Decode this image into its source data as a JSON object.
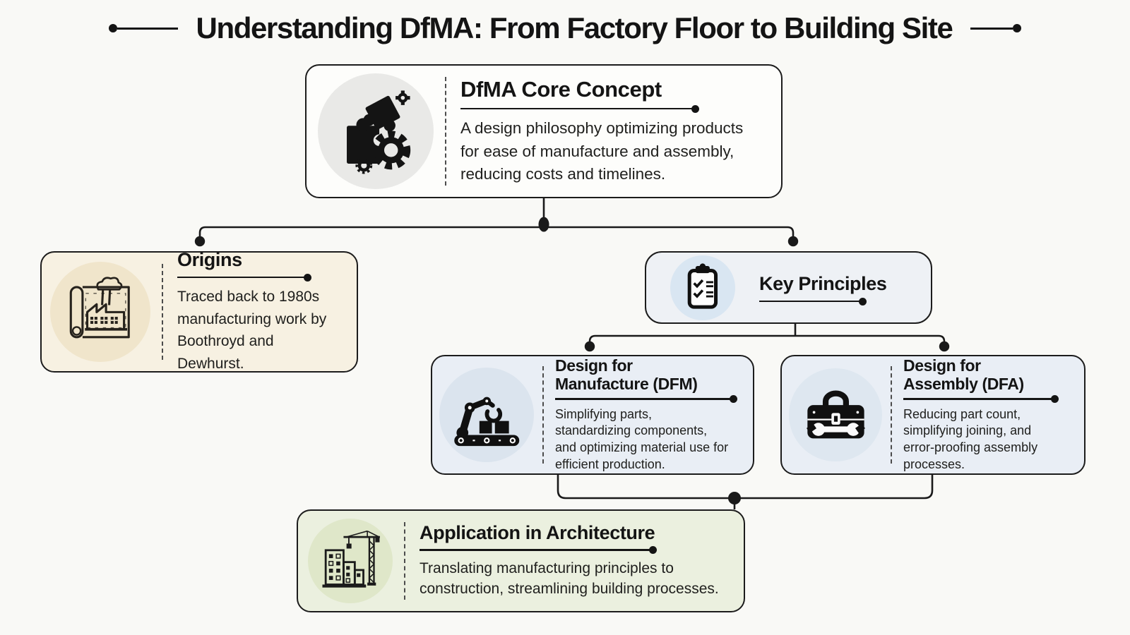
{
  "page": {
    "title": "Understanding DfMA: From Factory Floor to Building Site",
    "background_color": "#f9f9f6",
    "line_color": "#1a1a1a"
  },
  "nodes": {
    "core": {
      "title": "DfMA Core Concept",
      "description": "A design philosophy optimizing products for ease of manufacture and assembly, reducing costs and timelines.",
      "icon": "gears-and-puzzle-icon",
      "bg_color": "#fdfdfb",
      "icon_circle_color": "#e9e9e7"
    },
    "origins": {
      "title": "Origins",
      "description": "Traced back to 1980s manufacturing work by Boothroyd and Dewhurst.",
      "icon": "factory-blueprint-icon",
      "bg_color": "#f7f1e2",
      "icon_circle_color": "#f0e5cb"
    },
    "key_principles": {
      "title": "Key Principles",
      "icon": "checklist-clipboard-icon",
      "bg_color": "#eef1f5",
      "icon_circle_color": "#d9e6f2"
    },
    "dfm": {
      "title": "Design for Manufacture (DFM)",
      "description": "Simplifying parts, standardizing components, and optimizing material use for efficient production.",
      "icon": "robot-arm-conveyor-icon",
      "bg_color": "#e9eef5",
      "icon_circle_color": "#dbe4ee"
    },
    "dfa": {
      "title": "Design for Assembly (DFA)",
      "description": "Reducing part count, simplifying joining, and error-proofing assembly processes.",
      "icon": "toolbox-wrench-icon",
      "bg_color": "#e9eef5",
      "icon_circle_color": "#dee7f0"
    },
    "application": {
      "title": "Application in Architecture",
      "description": "Translating manufacturing principles to construction, streamlining building processes.",
      "icon": "building-crane-icon",
      "bg_color": "#ebf0df",
      "icon_circle_color": "#dfe7c9"
    }
  }
}
